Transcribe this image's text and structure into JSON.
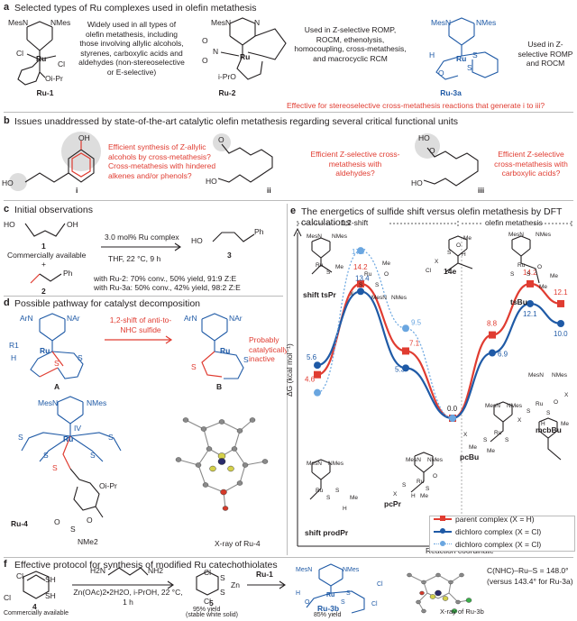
{
  "panel_a": {
    "label": "a",
    "title": "Selected types of Ru complexes used in olefin metathesis",
    "ru1": {
      "name": "Ru-1",
      "atoms": [
        "MesN",
        "NMes",
        "Cl",
        "Ru",
        "Cl",
        "Oi-Pr"
      ],
      "description": "Widely used in all types of olefin metathesis, including those involving allylic alcohols, styrenes, carboxylic acids and aldehydes (non-stereoselective or E-selective)"
    },
    "ru2": {
      "name": "Ru-2",
      "atoms": [
        "MesN",
        "N",
        "O",
        "N",
        "O",
        "Ru",
        "i-PrO"
      ],
      "description": "Used in Z-selective ROMP, ROCM, ethenolysis, homocoupling, cross-metathesis, and macrocyclic RCM"
    },
    "ru3a": {
      "name": "Ru-3a",
      "atoms": [
        "MesN",
        "NMes",
        "H",
        "S",
        "Ru",
        "S",
        "O"
      ],
      "description": "Used in Z-selective ROMP and ROCM"
    },
    "note": "Effective for stereoselective cross-metathesis reactions that generate i to iii?"
  },
  "panel_b": {
    "label": "b",
    "title": "Issues unaddressed by state-of-the-art catalytic olefin metathesis regarding several critical functional units",
    "items": [
      {
        "numeral": "i",
        "atoms": [
          "HO",
          "OH"
        ],
        "question": "Efficient synthesis of Z-allylic alcohols by cross-metathesis? Cross-metathesis with hindered alkenes and/or phenols?"
      },
      {
        "numeral": "ii",
        "atoms": [
          "O",
          "HO"
        ],
        "question": "Efficient Z-selective cross-metathesis with aldehydes?"
      },
      {
        "numeral": "iii",
        "atoms": [
          "HO",
          "O",
          "HO"
        ],
        "question": "Efficient Z-selective cross-metathesis with carboxylic acids?"
      }
    ]
  },
  "panel_c": {
    "label": "c",
    "title": "Initial observations",
    "sub1": {
      "atoms": [
        "HO",
        "OH"
      ],
      "number": "1",
      "note": "Commercially available"
    },
    "sub2": {
      "atom": "Ph",
      "number": "2"
    },
    "conditions_top": "3.0 mol% Ru complex",
    "conditions_bottom": "THF, 22 °C, 9 h",
    "product": {
      "atoms": [
        "HO",
        "Ph"
      ],
      "number": "3"
    },
    "result1": "with Ru-2: 70% conv., 50% yield, 91:9 Z:E",
    "result2": "with Ru-3a: 50% conv., 42% yield, 98:2 Z:E"
  },
  "panel_d": {
    "label": "d",
    "title": "Possible pathway for catalyst decomposition",
    "arrow_text": "1,2-shift of anti-to-NHC sulfide",
    "species_a": {
      "atoms": [
        "ArN",
        "NAr",
        "R1",
        "Ru",
        "H",
        "S",
        "S"
      ],
      "name": "A"
    },
    "species_b": {
      "atoms": [
        "ArN",
        "NAr",
        "Ru",
        "S",
        "S"
      ],
      "name": "B"
    },
    "inactive": "Probably catalytically inactive",
    "ru4": {
      "atoms": [
        "MesN",
        "NMes",
        "IV",
        "S",
        "Ru",
        "S",
        "S",
        "S",
        "S",
        "Oi-Pr",
        "O",
        "S",
        "O",
        "NMe2"
      ],
      "name": "Ru-4"
    },
    "xray_caption": "X-ray of Ru-4"
  },
  "panel_e": {
    "label": "e",
    "title": "The energetics of sulfide shift versus olefin metathesis by DFT calculations",
    "region_left": "1,2-shift",
    "region_right": "olefin metathesis",
    "ylabel": "ΔG (kcal mol⁻¹)",
    "xlabel": "Reaction coordinate",
    "species": {
      "shift_ts": "shift tsPr",
      "e14": "14e",
      "ts_bu": "tsBu",
      "mcb_bu": "mcbBu",
      "pc_bu": "pcBu",
      "pc_pr": "pcPr",
      "shift_prod": "shift prodPr"
    },
    "atom_labels": [
      "MesN",
      "NMes",
      "Ru",
      "S",
      "Me",
      "X",
      "S",
      "O",
      "H",
      "Cl",
      "Me",
      "MesN",
      "NMes",
      "Ru",
      "S",
      "S",
      "O",
      "Me",
      "Me",
      "MesN",
      "NMes",
      "Ru",
      "S",
      "S",
      "X",
      "O",
      "Me",
      "H",
      "X",
      "MesN",
      "NMes",
      "Ru",
      "S",
      "S",
      "Me",
      "Me",
      "X",
      "MesN",
      "NMes",
      "Ru",
      "S",
      "S",
      "O",
      "X",
      "H",
      "Me",
      "MesN",
      "NMes",
      "Ru",
      "S",
      "S",
      "H",
      "Me",
      "MesN",
      "NMes",
      "Ru",
      "S",
      "S",
      "O",
      "X",
      "Me"
    ],
    "legend": [
      {
        "label": "parent complex (X = H)",
        "color": "#e03c31"
      },
      {
        "label": "dichloro complex (X = Cl)",
        "color": "#1f5aa6"
      },
      {
        "label": "dichloro complex (X = Cl)",
        "color": "#6aa6e0"
      }
    ]
  },
  "chart_data": {
    "type": "line",
    "ylabel": "ΔG (kcal mol⁻¹)",
    "xlabel": "Reaction coordinate",
    "x_stations": [
      "shift prodPr",
      "shift tsPr",
      "pcPr",
      "14e",
      "pcBu",
      "tsBu",
      "mcbBu"
    ],
    "series": [
      {
        "name": "parent complex (X = H)",
        "color": "#e03c31",
        "style": "solid",
        "values": [
          4.6,
          14.2,
          7.1,
          0.0,
          8.8,
          14.2,
          12.1
        ]
      },
      {
        "name": "dichloro complex (X = Cl)",
        "color": "#1f5aa6",
        "style": "solid",
        "values": [
          5.6,
          13.4,
          5.3,
          0.0,
          6.9,
          12.1,
          10.0
        ]
      },
      {
        "name": "dichloro complex (X = Cl)",
        "color": "#6aa6e0",
        "style": "dotted",
        "values": [
          2.7,
          17.7,
          9.5,
          0.0,
          null,
          null,
          null
        ]
      }
    ],
    "labels": [
      {
        "text": "17.7",
        "series": 2,
        "station": 1,
        "color": "#6aa6e0"
      },
      {
        "text": "14.2",
        "series": 0,
        "station": 1,
        "color": "#e03c31"
      },
      {
        "text": "13.4",
        "series": 1,
        "station": 1,
        "color": "#1f5aa6"
      },
      {
        "text": "9.5",
        "series": 2,
        "station": 2,
        "color": "#6aa6e0"
      },
      {
        "text": "7.1",
        "series": 0,
        "station": 2,
        "color": "#e03c31"
      },
      {
        "text": "5.3",
        "series": 1,
        "station": 2,
        "color": "#1f5aa6"
      },
      {
        "text": "5.6",
        "series": 1,
        "station": 0,
        "color": "#1f5aa6"
      },
      {
        "text": "4.6",
        "series": 0,
        "station": 0,
        "color": "#e03c31"
      },
      {
        "text": "0.0",
        "series": 1,
        "station": 3,
        "color": "#231f20"
      },
      {
        "text": "8.8",
        "series": 0,
        "station": 4,
        "color": "#e03c31"
      },
      {
        "text": "6.9",
        "series": 1,
        "station": 4,
        "color": "#1f5aa6"
      },
      {
        "text": "14.2",
        "series": 0,
        "station": 5,
        "color": "#e03c31"
      },
      {
        "text": "12.1",
        "series": 1,
        "station": 5,
        "color": "#1f5aa6"
      },
      {
        "text": "12.1",
        "series": 0,
        "station": 6,
        "color": "#e03c31"
      },
      {
        "text": "10.0",
        "series": 1,
        "station": 6,
        "color": "#1f5aa6"
      }
    ],
    "ylim": [
      -2,
      20
    ],
    "grid": false,
    "legend": "bottom-right"
  },
  "panel_f": {
    "label": "f",
    "title": "Effective protocol for synthesis of modified Ru catechothiolates",
    "sub4": {
      "atoms": [
        "Cl",
        "SH",
        "Cl",
        "SH"
      ],
      "number": "4",
      "note": "Commercially available"
    },
    "reagent_top_atoms": [
      "H2N",
      "NH2"
    ],
    "reagent_bottom": "Zn(OAc)2•2H2O, i-PrOH, 22 °C, 1 h",
    "int5": {
      "atoms": [
        "Cl",
        "S",
        "Zn",
        "S",
        "Cl"
      ],
      "number": "5",
      "yield": "95% yield",
      "note": "(stable white solid)"
    },
    "reagent2": "Ru-1",
    "ru3b": {
      "atoms": [
        "MesN",
        "NMes",
        "H",
        "S",
        "Ru",
        "S",
        "O",
        "Cl",
        "Cl"
      ],
      "name": "Ru-3b",
      "yield": "85% yield"
    },
    "angle_text": "C(NHC)–Ru–S = 148.0°",
    "angle_compare": "(versus 143.4° for Ru-3a)",
    "xray_caption": "X-ray of Ru-3b"
  }
}
